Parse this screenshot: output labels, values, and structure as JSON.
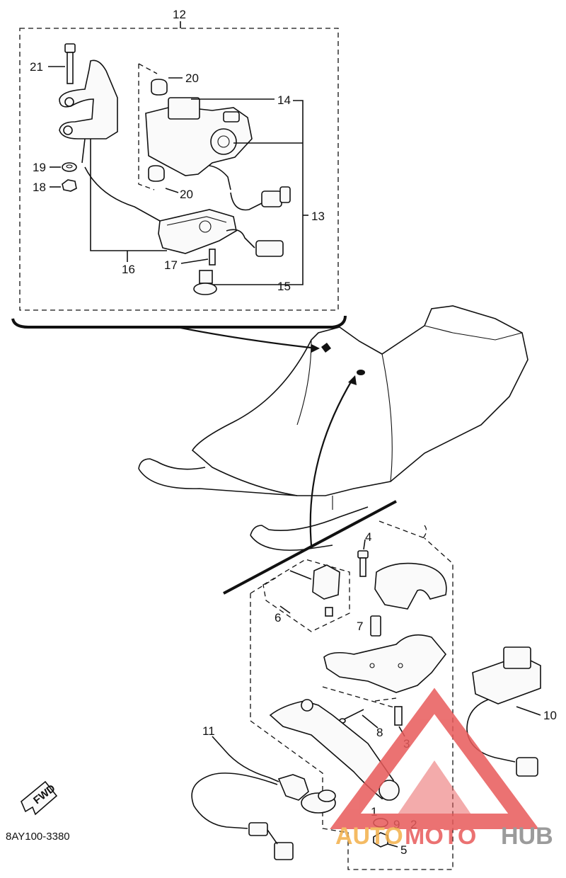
{
  "diagram": {
    "part_code": "8AY100-3380",
    "fwd_label": "FWD",
    "callouts": {
      "c1": "1",
      "c2": "2",
      "c3": "3",
      "c4": "4",
      "c5": "5",
      "c6": "6",
      "c7": "7",
      "c8": "8",
      "c9": "9",
      "c10": "10",
      "c11": "11",
      "c12": "12",
      "c13": "13",
      "c14": "14",
      "c15": "15",
      "c16": "16",
      "c17": "17",
      "c18": "18",
      "c19": "19",
      "c20a": "20",
      "c20b": "20",
      "c21": "21"
    }
  },
  "watermark": {
    "text_part1": "AUTO",
    "text_part2": "MOTO",
    "text_part3": "HUB",
    "colors": {
      "red": "#e85a5a",
      "orange": "#f3b04a",
      "gray": "#8a8a8a"
    }
  }
}
